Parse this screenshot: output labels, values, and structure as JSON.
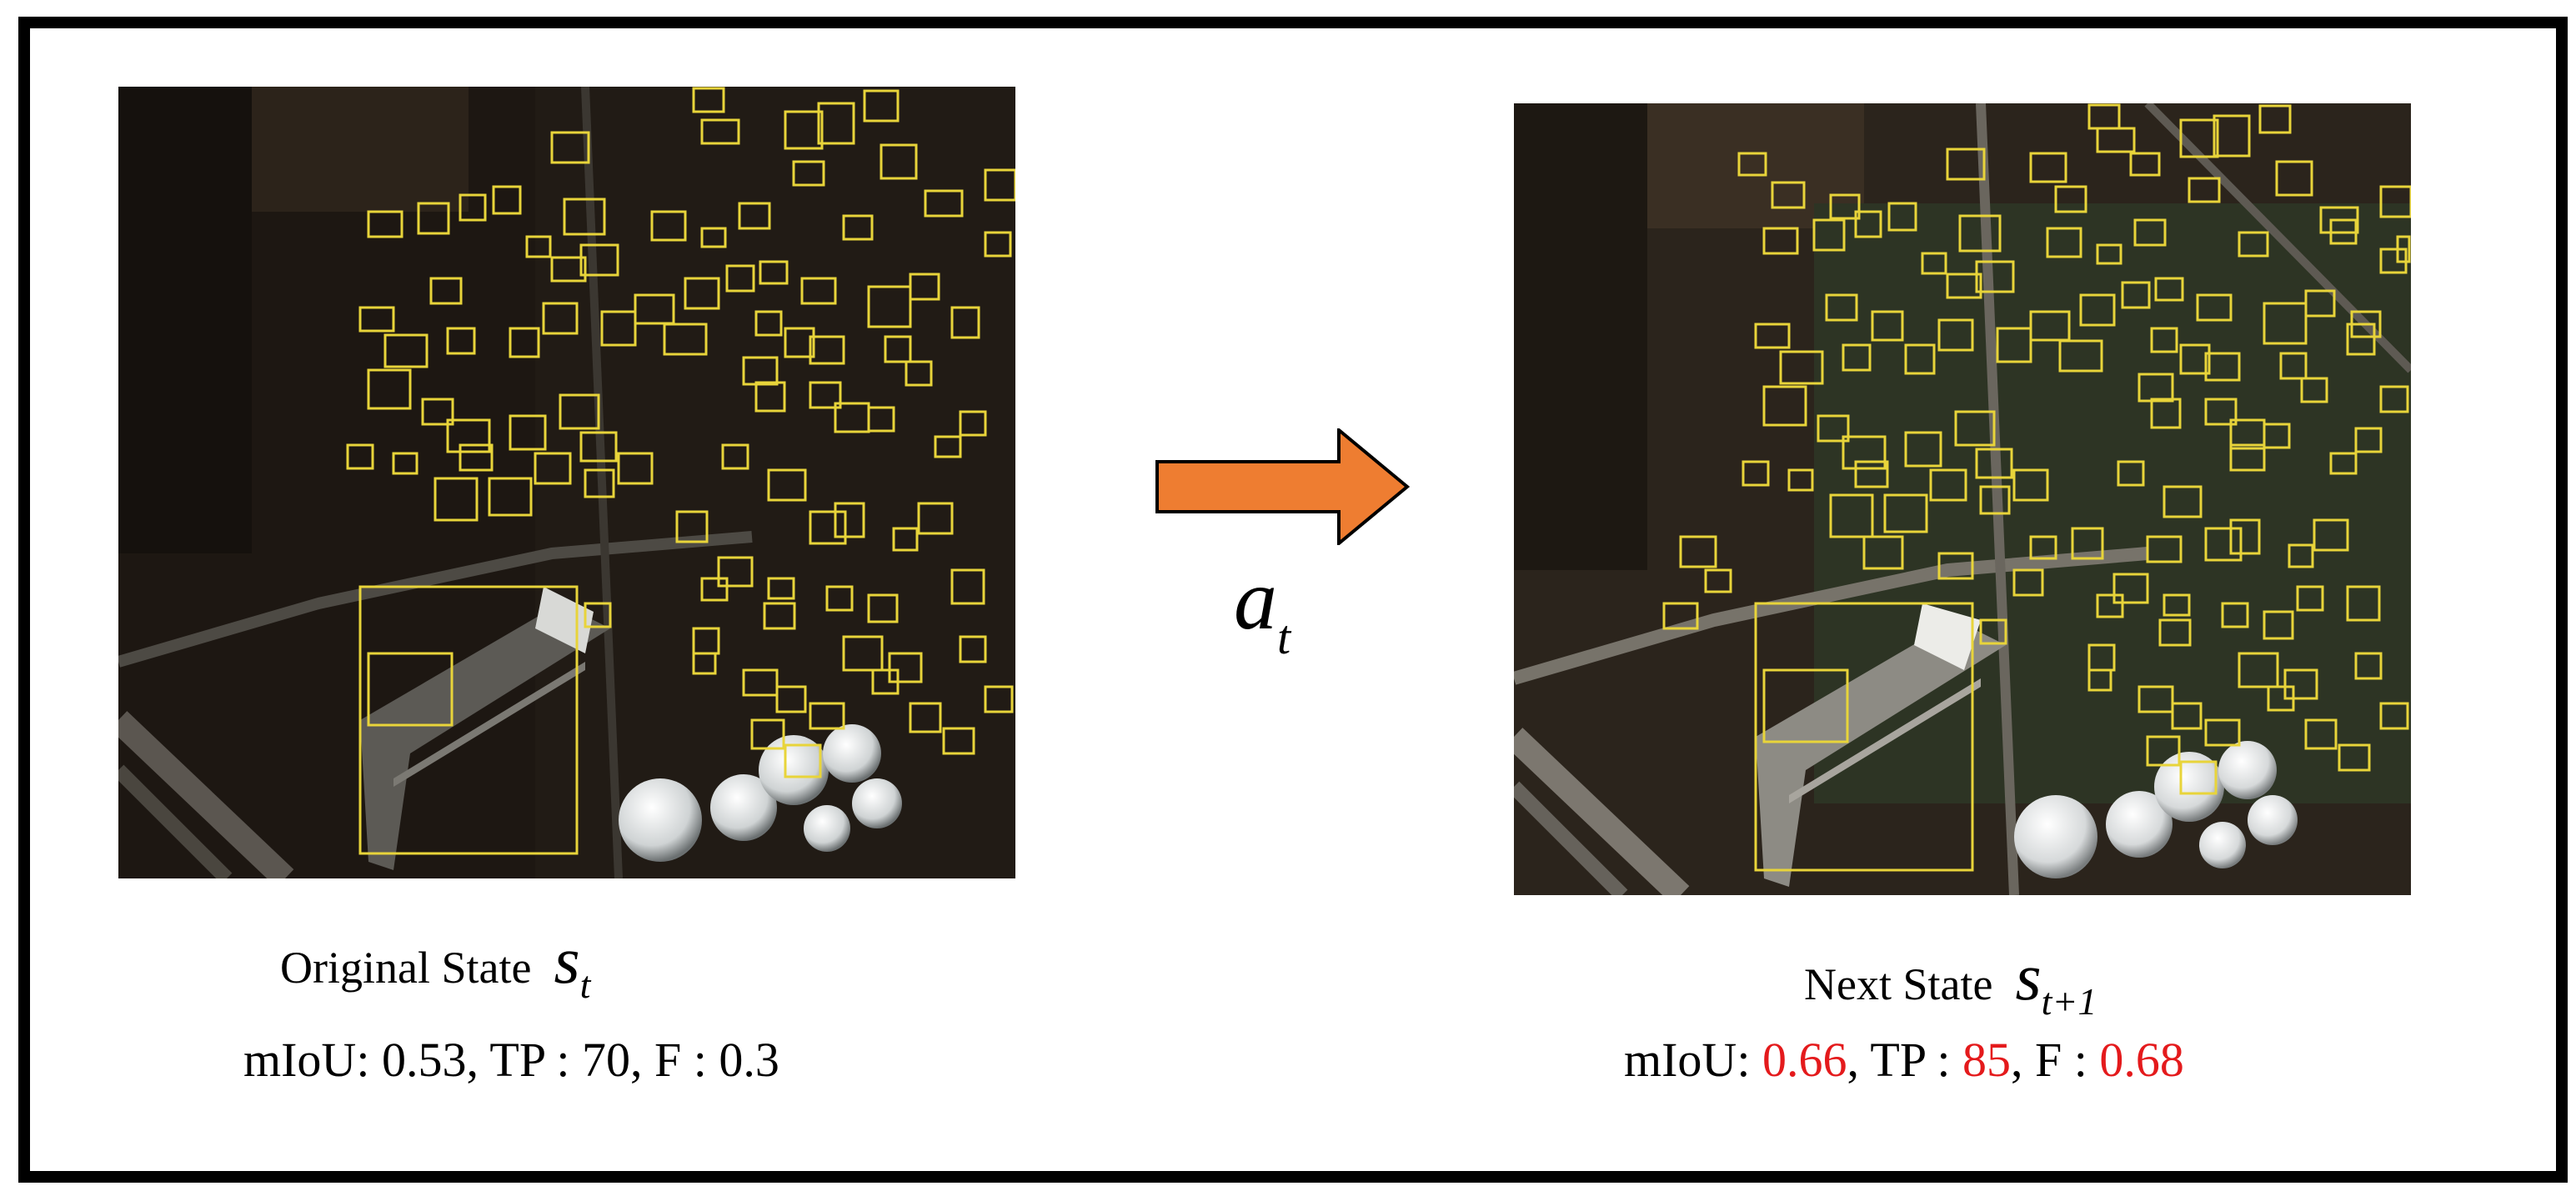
{
  "left": {
    "label": "Original State",
    "symbol": "s",
    "subscript": "t",
    "metrics": {
      "miou_label": "mIoU: ",
      "miou": "0.53",
      "tp_label": ", TP : ",
      "tp": "70",
      "f_label": ", F : ",
      "f": "0.3"
    }
  },
  "right": {
    "label": "Next State",
    "symbol": "s",
    "subscript": "t+1",
    "metrics": {
      "miou_label": "mIoU: ",
      "miou": "0.66",
      "tp_label": ", TP : ",
      "tp": "85",
      "f_label": ", F : ",
      "f": "0.68"
    }
  },
  "action": {
    "symbol": "a",
    "subscript": "t"
  },
  "colors": {
    "box": "#e8d43a",
    "arrow_fill": "#ee7d31",
    "highlight": "#e41a1c",
    "frame": "#000000"
  }
}
